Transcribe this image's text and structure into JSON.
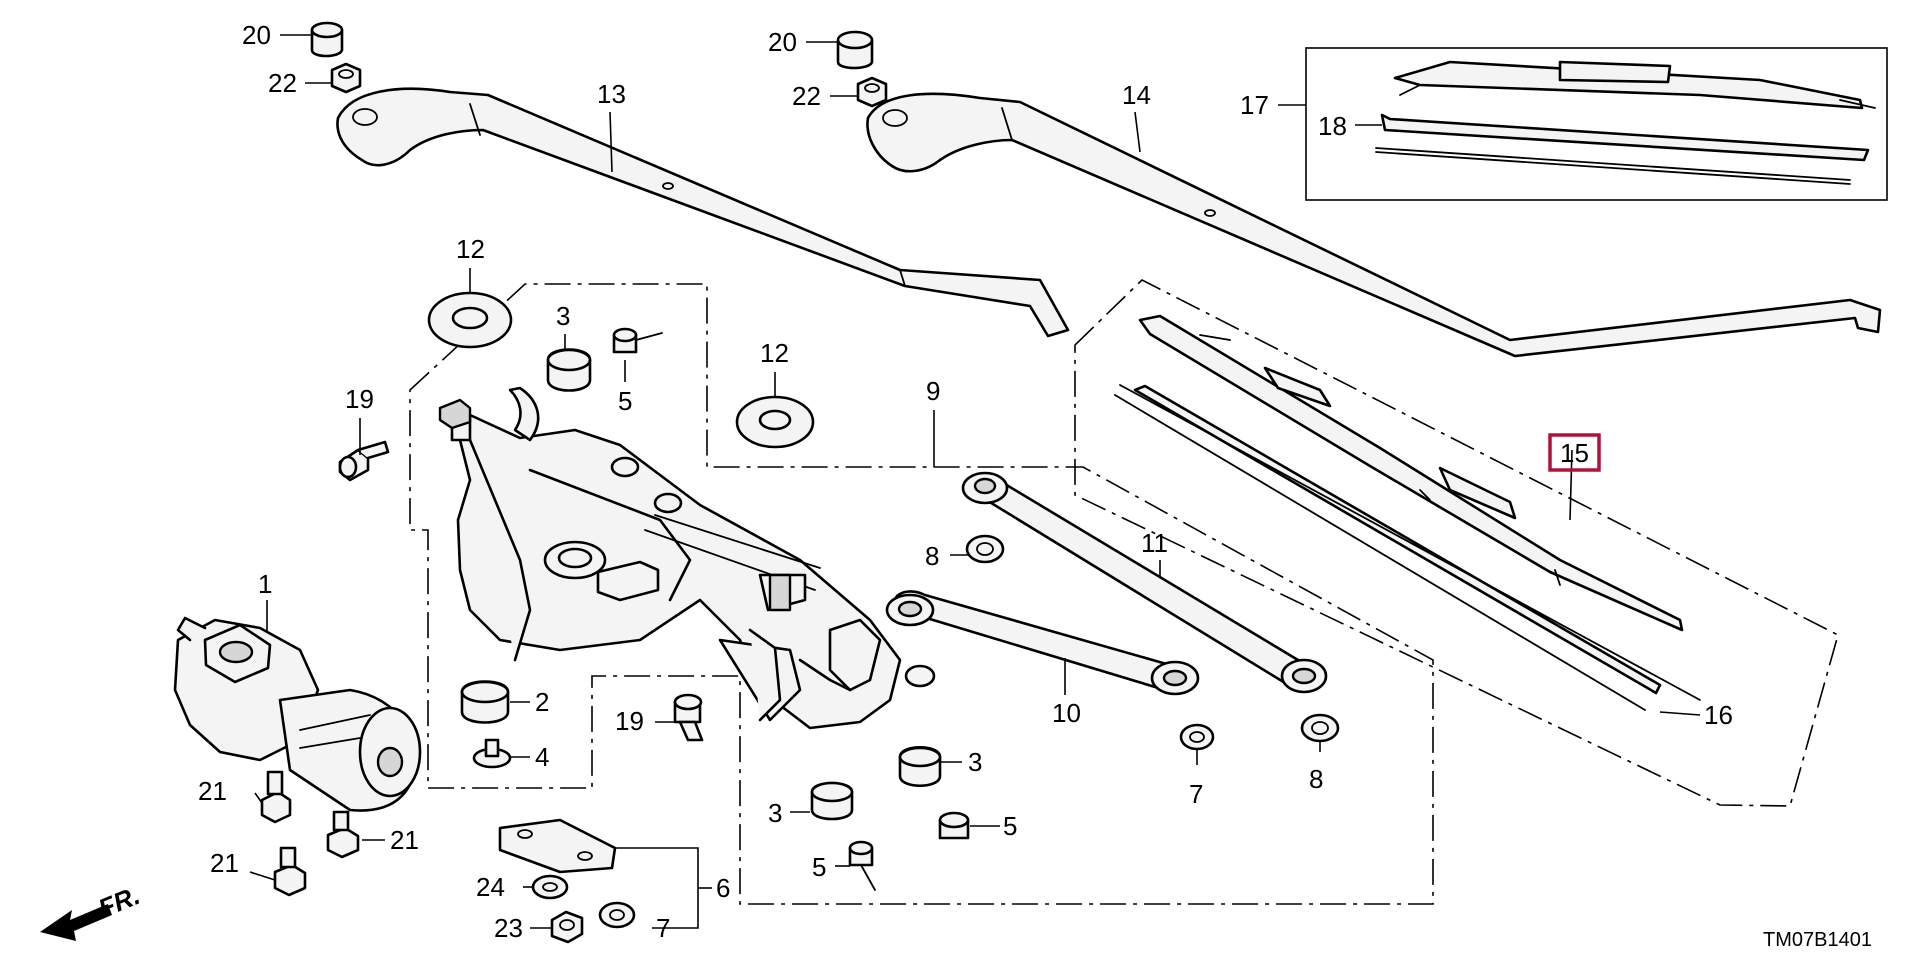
{
  "diagram_code": "TM07B1401",
  "front_label": "FR.",
  "highlight_color": "#b0123c",
  "callouts": {
    "c1": "1",
    "c2": "2",
    "c3a": "3",
    "c3b": "3",
    "c3c": "3",
    "c4": "4",
    "c5a": "5",
    "c5b": "5",
    "c5c": "5",
    "c6": "6",
    "c7a": "7",
    "c7b": "7",
    "c8a": "8",
    "c8b": "8",
    "c9": "9",
    "c10": "10",
    "c11": "11",
    "c12a": "12",
    "c12b": "12",
    "c13": "13",
    "c14": "14",
    "c15": "15",
    "c16": "16",
    "c17": "17",
    "c18": "18",
    "c19a": "19",
    "c19b": "19",
    "c20a": "20",
    "c20b": "20",
    "c21a": "21",
    "c21b": "21",
    "c21c": "21",
    "c22a": "22",
    "c22b": "22",
    "c23": "23",
    "c24": "24"
  }
}
